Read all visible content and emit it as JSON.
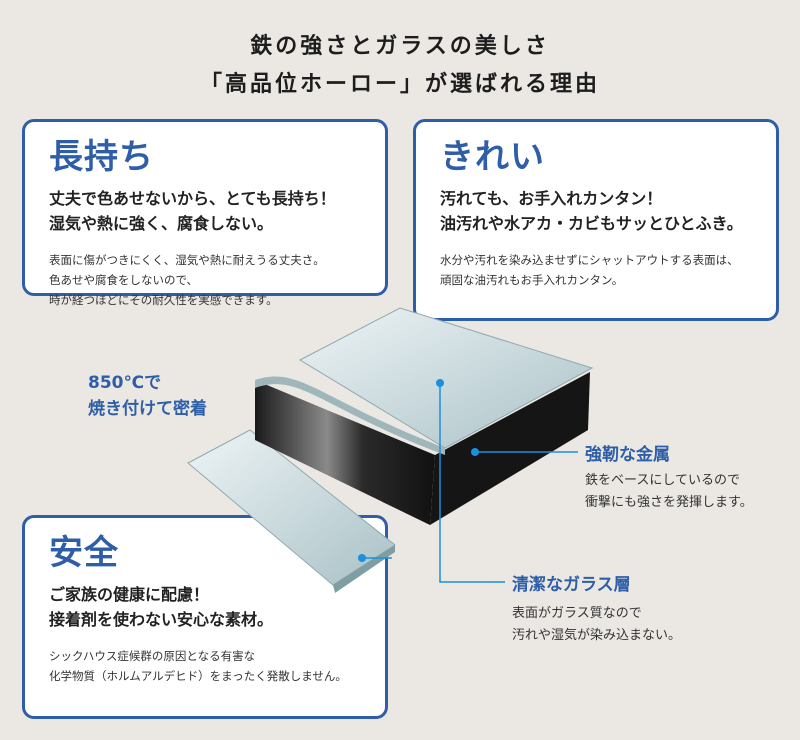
{
  "header": {
    "line1": "鉄の強さとガラスの美しさ",
    "line2": "「高品位ホーロー」が選ばれる理由"
  },
  "cards": [
    {
      "title": "長持ち",
      "lead": [
        "丈夫で色あせないから、とても長持ち！",
        "湿気や熱に強く、腐食しない。"
      ],
      "body": [
        "表面に傷がつきにくく、湿気や熱に耐えうる丈夫さ。",
        "色あせや腐食をしないので、",
        "時が経つほどにその耐久性を実感できます。"
      ]
    },
    {
      "title": "きれい",
      "lead": [
        "汚れても、お手入れカンタン！",
        "油汚れや水アカ・カビもサッとひとふき。"
      ],
      "body": [
        "水分や汚れを染み込ませずにシャットアウトする表面は、",
        "頑固な油汚れもお手入れカンタン。"
      ]
    },
    {
      "title": "安全",
      "lead": [
        "ご家族の健康に配慮！",
        "接着剤を使わない安心な素材。"
      ],
      "body": [
        "シックハウス症候群の原因となる有害な",
        "化学物質（ホルムアルデヒド）をまったく発散しません。"
      ]
    }
  ],
  "callouts": {
    "bake": [
      "850℃で",
      "焼き付けて密着"
    ],
    "metal": {
      "title": "強靭な金属",
      "text": [
        "鉄をベースにしているので",
        "衝撃にも強さを発揮します。"
      ]
    },
    "glass": {
      "title": "清潔なガラス層",
      "text": [
        "表面がガラス質なので",
        "汚れや湿気が染み込まない。"
      ]
    }
  },
  "colors": {
    "accent": "#2f5ea8",
    "background": "#ebe8e4",
    "dot": "#1b8fe0"
  }
}
